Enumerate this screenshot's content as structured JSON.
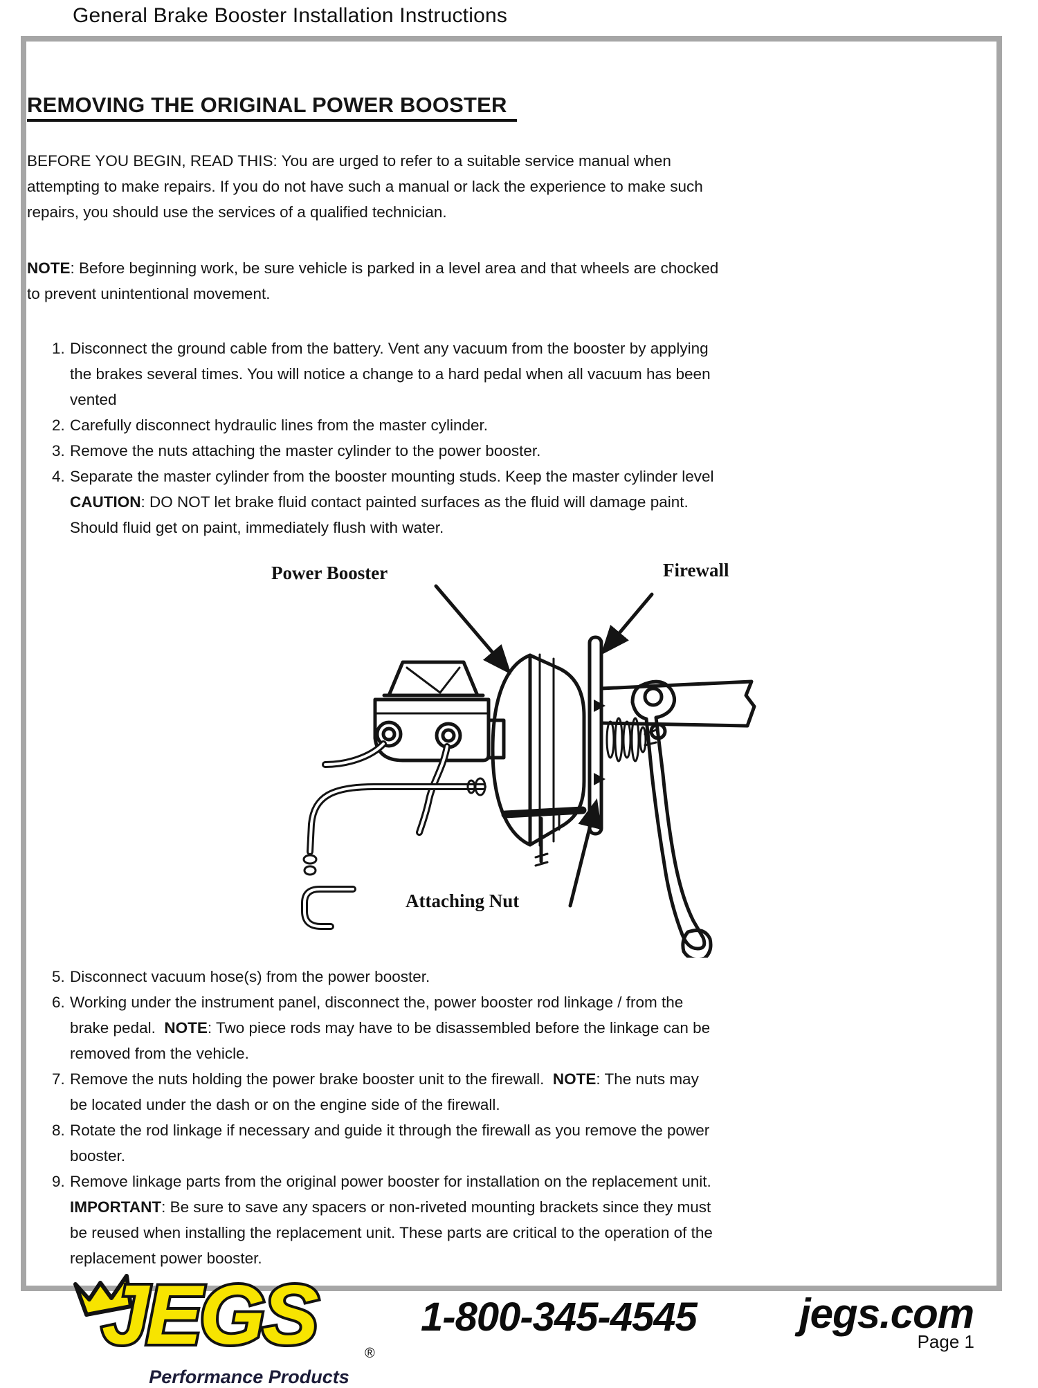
{
  "doc": {
    "title": "General Brake Booster Installation Instructions",
    "page_label": "Page 1"
  },
  "content": {
    "heading": "REMOVING THE ORIGINAL POWER BOOSTER",
    "intro_paragraph": {
      "segments": [
        {
          "bold": false,
          "text": "BEFORE YOU BEGIN, READ THIS: You are urged to refer to a suitable service manual when\nattempting to make repairs. If you do not have such a manual or lack the experience to make such\nrepairs, you should use the services of a qualified technician."
        }
      ]
    },
    "note_paragraph": {
      "segments": [
        {
          "bold": true,
          "text": "NOTE"
        },
        {
          "bold": false,
          "text": ": Before beginning work, be sure vehicle is parked in a level area and that wheels are chocked\nto prevent unintentional movement."
        }
      ]
    },
    "steps_part1": [
      {
        "number": "1.",
        "segments": [
          {
            "bold": false,
            "text": "Disconnect the ground cable from the battery. Vent any vacuum from the booster by applying\nthe brakes several times. You will notice a change to a hard pedal when all vacuum has been\nvented"
          }
        ]
      },
      {
        "number": "2.",
        "segments": [
          {
            "bold": false,
            "text": "Carefully disconnect hydraulic lines from the master cylinder."
          }
        ]
      },
      {
        "number": "3.",
        "segments": [
          {
            "bold": false,
            "text": "Remove the nuts attaching the master cylinder to the power booster."
          }
        ]
      },
      {
        "number": "4.",
        "segments": [
          {
            "bold": false,
            "text": "Separate the master cylinder from the booster mounting studs. Keep the master cylinder level\n"
          },
          {
            "bold": true,
            "text": "CAUTION"
          },
          {
            "bold": false,
            "text": ": DO NOT let brake fluid contact painted surfaces as the fluid will damage paint.\nShould fluid get on paint, immediately flush with water."
          }
        ]
      }
    ],
    "diagram": {
      "labels": {
        "power_booster": "Power Booster",
        "firewall": "Firewall",
        "attaching_nut": "Attaching Nut"
      }
    },
    "steps_part2": [
      {
        "number": "5.",
        "segments": [
          {
            "bold": false,
            "text": "Disconnect vacuum hose(s) from the power booster."
          }
        ]
      },
      {
        "number": "6.",
        "segments": [
          {
            "bold": false,
            "text": "Working under the instrument panel, disconnect the, power booster rod linkage / from the\nbrake pedal.  "
          },
          {
            "bold": true,
            "text": "NOTE"
          },
          {
            "bold": false,
            "text": ": Two piece rods may have to be disassembled before the linkage can be\nremoved from the vehicle."
          }
        ]
      },
      {
        "number": "7.",
        "segments": [
          {
            "bold": false,
            "text": "Remove the nuts holding the power brake booster unit to the firewall.  "
          },
          {
            "bold": true,
            "text": "NOTE"
          },
          {
            "bold": false,
            "text": ": The nuts may\nbe located under the dash or on the engine side of the firewall."
          }
        ]
      },
      {
        "number": "8.",
        "segments": [
          {
            "bold": false,
            "text": "Rotate the rod linkage if necessary and guide it through the firewall as you remove the power\nbooster."
          }
        ]
      },
      {
        "number": "9.",
        "segments": [
          {
            "bold": false,
            "text": "Remove linkage parts from the original power booster for installation on the replacement unit.\n"
          },
          {
            "bold": true,
            "text": "IMPORTANT"
          },
          {
            "bold": false,
            "text": ": Be sure to save any spacers or non-riveted mounting brackets since they must\nbe reused when installing the replacement unit. These parts are critical to the operation of the\nreplacement power booster."
          }
        ]
      }
    ]
  },
  "footer": {
    "brand": {
      "name": "JEGS",
      "registered": "®",
      "tagline": "Performance Products"
    },
    "phone": "1-800-345-4545",
    "website": "jegs.com",
    "colors": {
      "box_border_gray": "#a6a6a6",
      "logo_yellow": "#f7e400",
      "logo_outline": "#121212",
      "tagline_navy": "#1c1c38",
      "ink_black": "#141414"
    }
  }
}
